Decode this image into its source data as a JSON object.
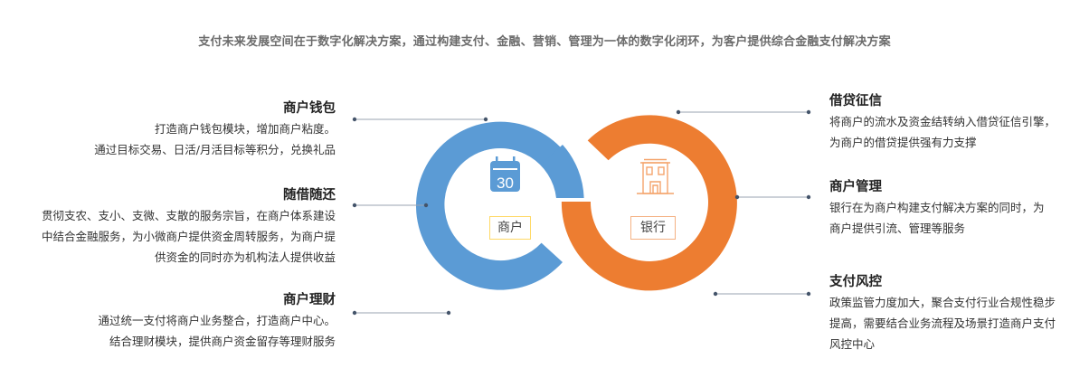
{
  "headline": "支付未来发展空间在于数字化解决方案，通过构建支付、金融、营销、管理为一体的数字化闭环，为客户提供综合金融支付解决方案",
  "colors": {
    "merchant_ring": "#5b9bd5",
    "bank_ring": "#ed7d31",
    "connector": "#9aa3b2",
    "connector_dot": "#44546a",
    "merchant_label_border": "#ffd966",
    "bank_label_border": "#f4b183"
  },
  "merchant": {
    "label": "商户",
    "icon": "calendar-icon",
    "icon_number": "30"
  },
  "bank": {
    "label": "银行",
    "icon": "building-icon"
  },
  "left_items": [
    {
      "title": "商户钱包",
      "lines": [
        "打造商户钱包模块，增加商户粘度。",
        "通过目标交易、日活/月活目标等积分，兑换礼品"
      ]
    },
    {
      "title": "随借随还",
      "lines": [
        "贯彻支农、支小、支微、支散的服务宗旨，在商户体系建设",
        "中结合金融服务，为小微商户提供资金周转服务，为商户提",
        "供资金的同时亦为机构法人提供收益"
      ]
    },
    {
      "title": "商户理财",
      "lines": [
        "通过统一支付将商户业务整合，打造商户中心。",
        "结合理财模块，提供商户资金留存等理财服务"
      ]
    }
  ],
  "right_items": [
    {
      "title": "借贷征信",
      "lines": [
        "将商户的流水及资金结转纳入借贷征信引擎，",
        "为商户的借贷提供强有力支撑"
      ]
    },
    {
      "title": "商户管理",
      "lines": [
        "银行在为商户构建支付解决方案的同时，为",
        "商户提供引流、管理等服务"
      ]
    },
    {
      "title": "支付风控",
      "lines": [
        "政策监管力度加大，聚合支付行业合规性稳步",
        "提高，需要结合业务流程及场景打造商户支付",
        "风控中心"
      ]
    }
  ]
}
